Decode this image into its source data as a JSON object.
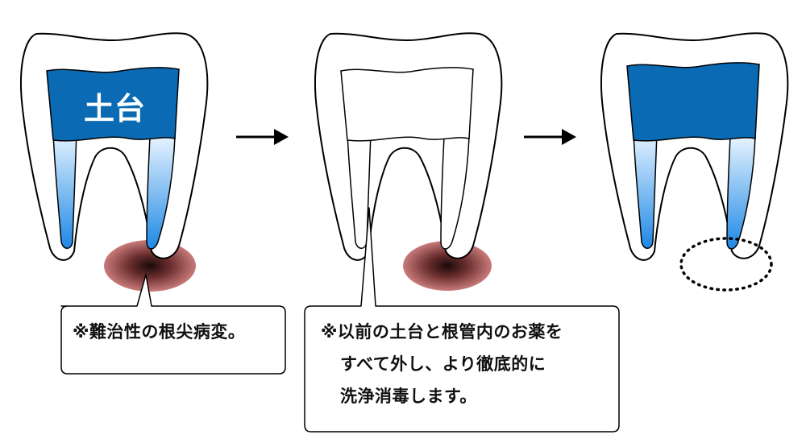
{
  "steps": [
    {
      "id": "before",
      "core_label": "土台",
      "core_color": "#0a6ab3",
      "canal_fill": "blue-gradient",
      "lesion": "visible"
    },
    {
      "id": "cleaning",
      "core_label": "",
      "core_color": "#ffffff",
      "canal_fill": "empty",
      "lesion": "visible"
    },
    {
      "id": "after",
      "core_label": "",
      "core_color": "#0a6ab3",
      "canal_fill": "blue-gradient",
      "lesion": "dotted-outline"
    }
  ],
  "callouts": [
    {
      "lines": [
        "※難治性の根尖病変。"
      ]
    },
    {
      "lines": [
        "※以前の土台と根管内のお薬を",
        "すべて外し、より徹底的に",
        "洗浄消毒します。"
      ]
    }
  ],
  "colors": {
    "core_blue": "#0a6ab3",
    "canal_light": "#e6f3ff",
    "canal_dark": "#1e88e5",
    "lesion_outer": "#c97a7a",
    "lesion_inner": "#1a0a0a",
    "outline": "#000000"
  },
  "icons": [
    "arrow-right-icon",
    "arrow-right-icon"
  ]
}
